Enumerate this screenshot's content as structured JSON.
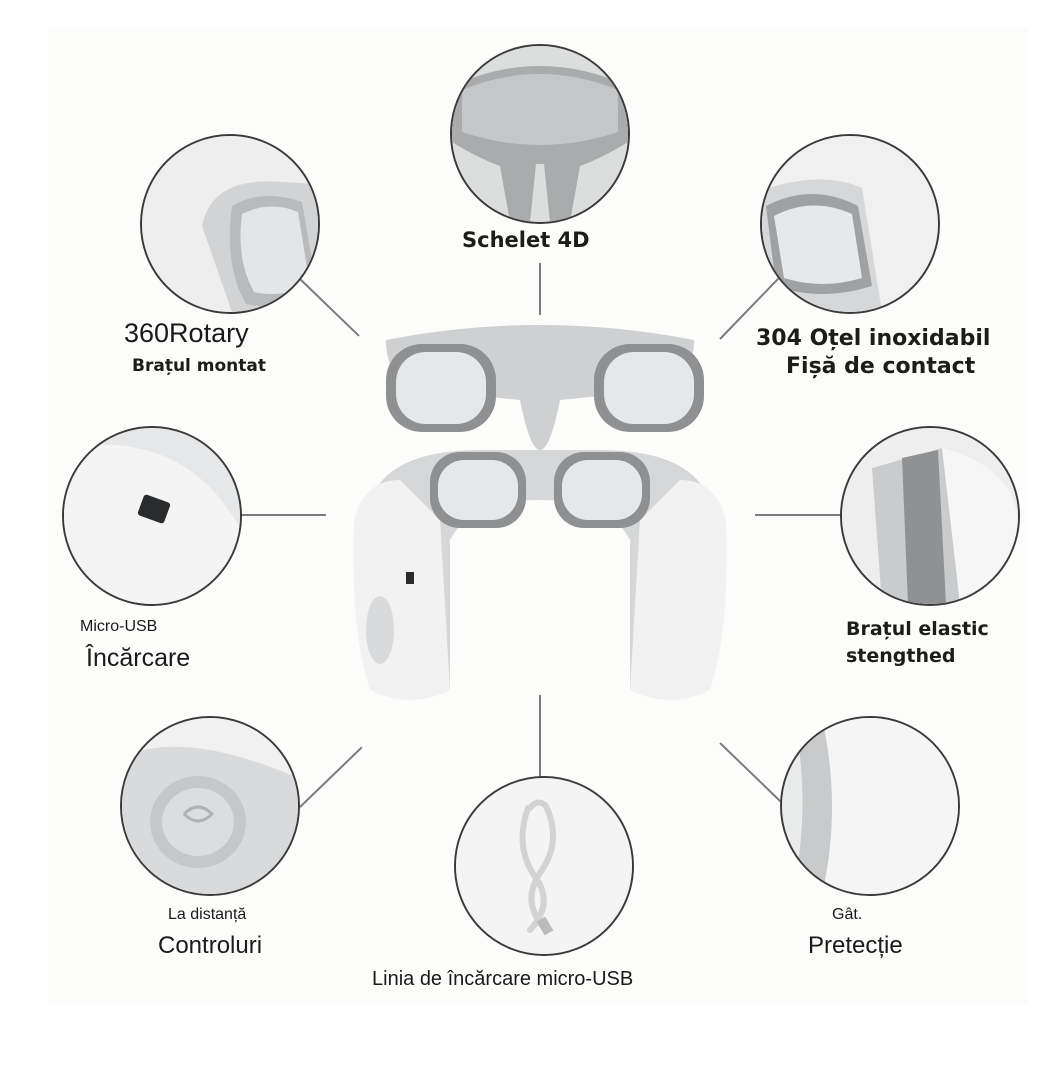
{
  "labels": {
    "skeleton": "Schelet 4D",
    "rotary_top": "360Rotary",
    "rotary_bottom": "Brațul montat",
    "steel_top": "304 Oțel inoxidabil",
    "steel_bottom": "Fișă de contact",
    "usb_top": "Micro-USB",
    "usb_bottom": "Încărcare",
    "elastic_top": "Brațul elastic",
    "elastic_bottom": "stengthed",
    "remote_top": "La distanță",
    "remote_bottom": "Controluri",
    "neck_top": "Gât.",
    "neck_bottom": "Pretecție",
    "cable": "Linia de încărcare micro-USB"
  },
  "colors": {
    "device_white": "#f2f2f2",
    "device_gray": "#cfd0d1",
    "metal_light": "#e6e7e8",
    "metal_dark": "#8e9092",
    "outline": "#3a3a3a"
  }
}
